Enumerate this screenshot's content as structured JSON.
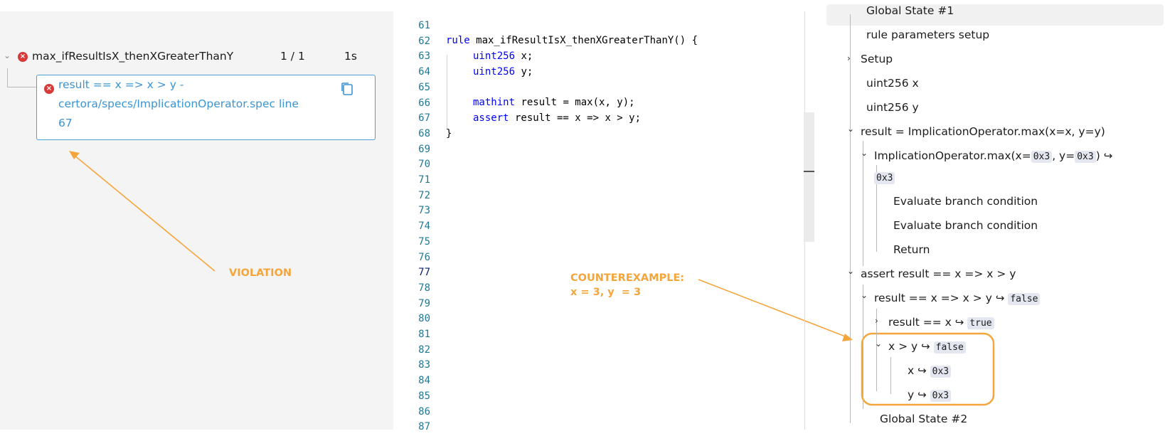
{
  "left": {
    "rule_name": "max_ifResultIsX_thenXGreaterThanY",
    "count": "1 / 1",
    "time": "1s",
    "violation_line1": "result == x => x > y -",
    "violation_line2": "certora/specs/ImplicationOperator.spec line",
    "violation_line3": "67"
  },
  "annotations": {
    "violation": "VIOLATION",
    "counterexample_1": "COUNTEREXAMPLE:",
    "counterexample_2": "x = 3, y  = 3"
  },
  "code": {
    "line_numbers": [
      "61",
      "62",
      "63",
      "64",
      "65",
      "66",
      "67",
      "68",
      "69",
      "70",
      "71",
      "72",
      "73",
      "74",
      "75",
      "76",
      "77",
      "78",
      "79",
      "80",
      "81",
      "82",
      "83",
      "84",
      "85",
      "86",
      "87"
    ],
    "rule_kw": "rule",
    "rule_sig": " max_ifResultIsX_thenXGreaterThanY() {",
    "type_uint": "uint256",
    "var_x": " x;",
    "var_y": " y;",
    "type_mathint": "mathint",
    "result_line": " result = max(x, y);",
    "assert_kw": "assert",
    "assert_rest": " result == x => x > y;",
    "close": "}"
  },
  "tree": {
    "global_state_1": "Global State #1",
    "rule_params": "rule parameters setup",
    "setup": "Setup",
    "uint_x": "uint256 x",
    "uint_y": "uint256 y",
    "result_call": "result = ImplicationOperator.max(x=x, y=y)",
    "max_call_prefix": "ImplicationOperator.max(x=",
    "max_x": "0x3",
    "max_mid": ", y=",
    "max_y": "0x3",
    "max_suffix": ")",
    "max_ret": "0x3",
    "eval1": "Evaluate branch condition",
    "eval2": "Evaluate branch condition",
    "return": "Return",
    "assert": "assert result == x => x > y",
    "impl": "result == x => x > y",
    "impl_val": "false",
    "eq": "result == x",
    "eq_val": "true",
    "gt": "x > y",
    "gt_val": "false",
    "x_label": "x",
    "x_val": "0x3",
    "y_label": "y",
    "y_val": "0x3",
    "global_state_2": "Global State #2"
  }
}
